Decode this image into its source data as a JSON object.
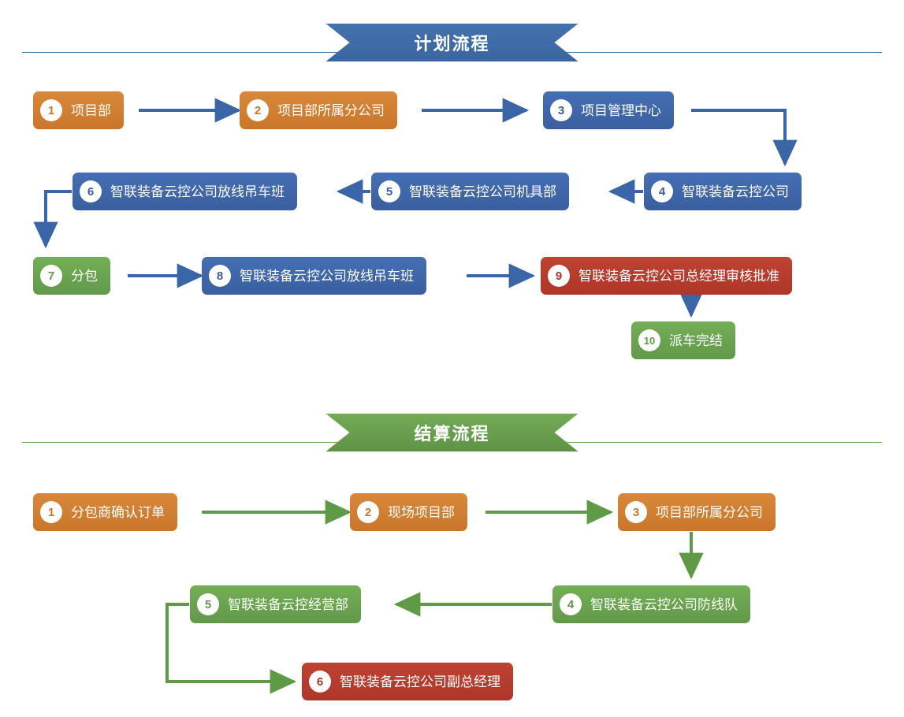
{
  "sections": [
    {
      "id": "plan",
      "title": "计划流程",
      "accent": "#4472ad",
      "nodes": [
        {
          "num": "1",
          "label": "项目部",
          "color": "orange"
        },
        {
          "num": "2",
          "label": "项目部所属分公司",
          "color": "orange"
        },
        {
          "num": "3",
          "label": "项目管理中心",
          "color": "blue"
        },
        {
          "num": "4",
          "label": "智联装备云控公司",
          "color": "blue"
        },
        {
          "num": "5",
          "label": "智联装备云控公司机具部",
          "color": "blue"
        },
        {
          "num": "6",
          "label": "智联装备云控公司放线吊车班",
          "color": "blue"
        },
        {
          "num": "7",
          "label": "分包",
          "color": "green"
        },
        {
          "num": "8",
          "label": "智联装备云控公司放线吊车班",
          "color": "blue"
        },
        {
          "num": "9",
          "label": "智联装备云控公司总经理审核批准",
          "color": "red"
        },
        {
          "num": "10",
          "label": "派车完结",
          "color": "green"
        }
      ]
    },
    {
      "id": "settlement",
      "title": "结算流程",
      "accent": "#73ab56",
      "nodes": [
        {
          "num": "1",
          "label": "分包商确认订单",
          "color": "orange"
        },
        {
          "num": "2",
          "label": "现场项目部",
          "color": "orange"
        },
        {
          "num": "3",
          "label": "项目部所属分公司",
          "color": "orange"
        },
        {
          "num": "4",
          "label": "智联装备云控公司防线队",
          "color": "green"
        },
        {
          "num": "5",
          "label": "智联装备云控经营部",
          "color": "green"
        },
        {
          "num": "6",
          "label": "智联装备云控公司副总经理",
          "color": "red"
        }
      ]
    }
  ],
  "colors": {
    "orange": "#c9762a",
    "blue": "#3a5fa0",
    "green": "#61994a",
    "red": "#ae3628",
    "plan_arrow": "#3a66a8",
    "settlement_arrow": "#5f9a46"
  }
}
